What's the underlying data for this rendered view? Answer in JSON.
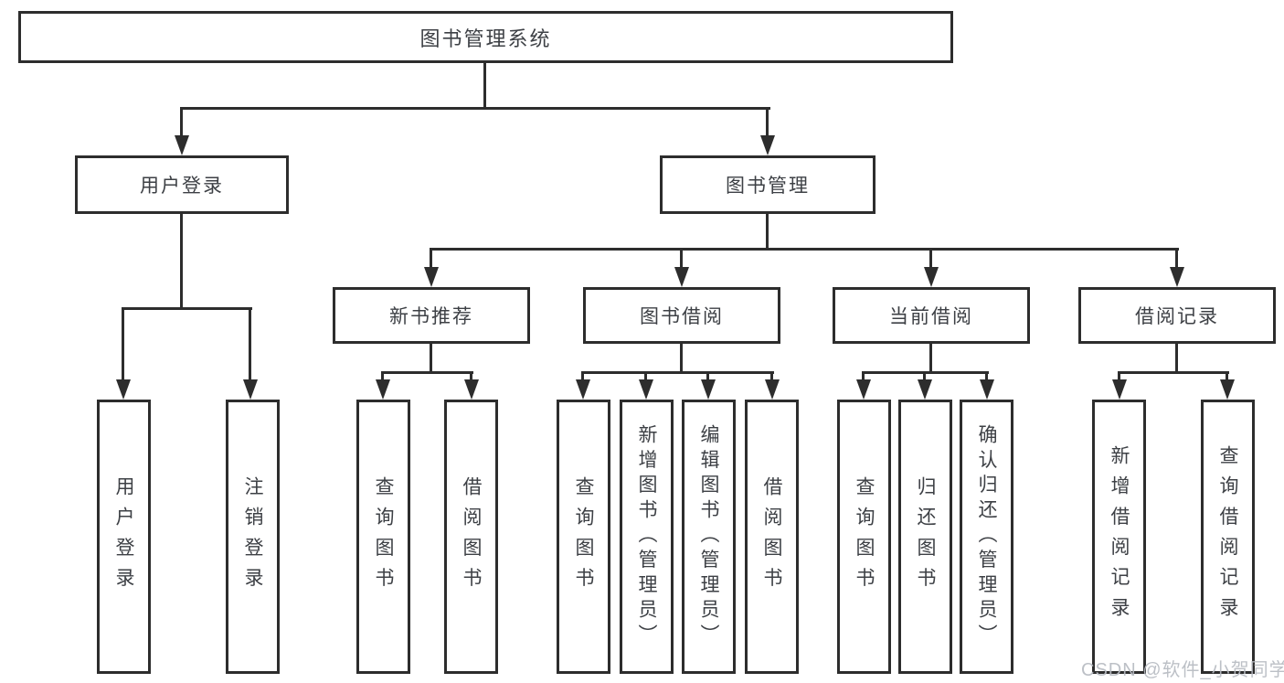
{
  "colors": {
    "line": "#2d2d2d",
    "text": "#3d4045",
    "watermark": "#b7bbc2"
  },
  "watermark": {
    "text": "CSDN @软件_小贺同学"
  },
  "tree": {
    "label": "图书管理系统",
    "children": [
      {
        "label": "用户登录",
        "children": [
          {
            "label": "用户登录"
          },
          {
            "label": "注销登录"
          }
        ]
      },
      {
        "label": "图书管理",
        "children": [
          {
            "label": "新书推荐",
            "children": [
              {
                "label": "查询图书"
              },
              {
                "label": "借阅图书"
              }
            ]
          },
          {
            "label": "图书借阅",
            "children": [
              {
                "label": "查询图书"
              },
              {
                "label": "新增图书（管理员）"
              },
              {
                "label": "编辑图书（管理员）"
              },
              {
                "label": "借阅图书"
              }
            ]
          },
          {
            "label": "当前借阅",
            "children": [
              {
                "label": "查询图书"
              },
              {
                "label": "归还图书"
              },
              {
                "label": "确认归还（管理员）"
              }
            ]
          },
          {
            "label": "借阅记录",
            "children": [
              {
                "label": "新增借阅记录"
              },
              {
                "label": "查询借阅记录"
              }
            ]
          }
        ]
      }
    ]
  }
}
